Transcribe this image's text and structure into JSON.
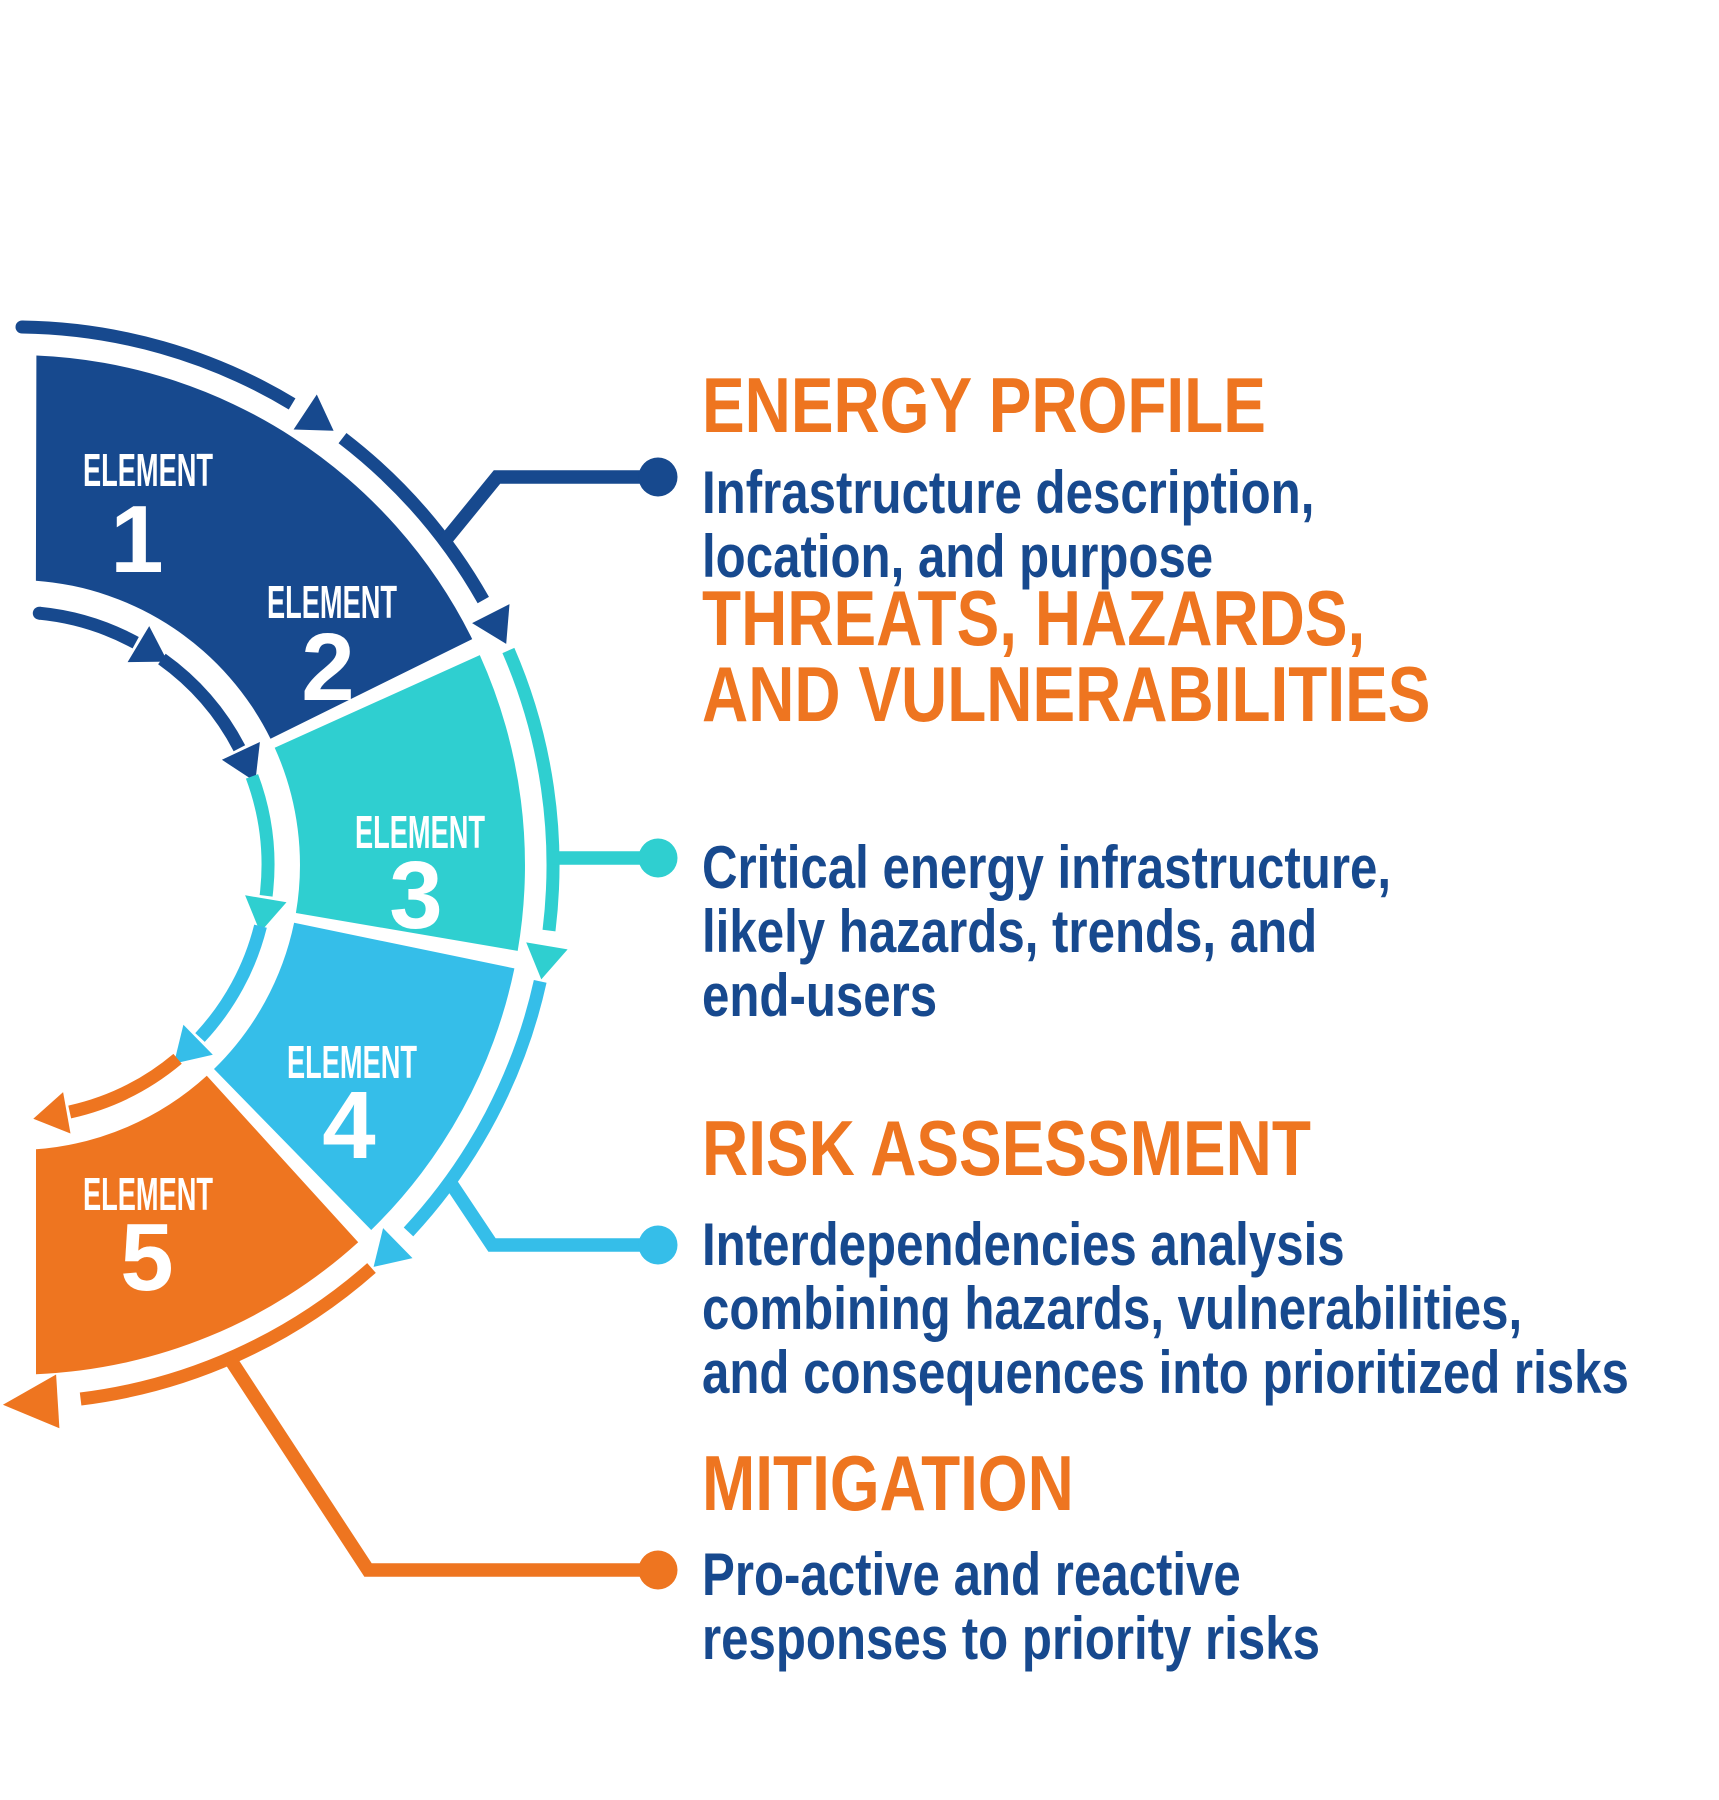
{
  "colors": {
    "navy": "#17498E",
    "teal": "#2FCFD0",
    "blue": "#35BEE9",
    "orange": "#EE7520",
    "header_orange": "#EE7520",
    "body_text_navy": "#17498E",
    "label_white": "#FFFFFF"
  },
  "elements": [
    {
      "label": "ELEMENT",
      "number": "1"
    },
    {
      "label": "ELEMENT",
      "number": "2"
    },
    {
      "label": "ELEMENT",
      "number": "3"
    },
    {
      "label": "ELEMENT",
      "number": "4"
    },
    {
      "label": "ELEMENT",
      "number": "5"
    }
  ],
  "sections": [
    {
      "title_lines": [
        "ENERGY PROFILE"
      ],
      "body_lines": [
        "Infrastructure description,",
        "location, and purpose"
      ]
    },
    {
      "title_lines": [
        "THREATS, HAZARDS,",
        "AND VULNERABILITIES"
      ],
      "body_lines": [
        "Critical energy infrastructure,",
        "likely hazards, trends, and",
        "end-users"
      ]
    },
    {
      "title_lines": [
        "RISK ASSESSMENT"
      ],
      "body_lines": [
        "Interdependencies analysis",
        "combining hazards, vulnerabilities,",
        "and consequences into prioritized risks"
      ]
    },
    {
      "title_lines": [
        "MITIGATION"
      ],
      "body_lines": [
        "Pro-active and reactive",
        "responses to priority risks"
      ]
    }
  ]
}
